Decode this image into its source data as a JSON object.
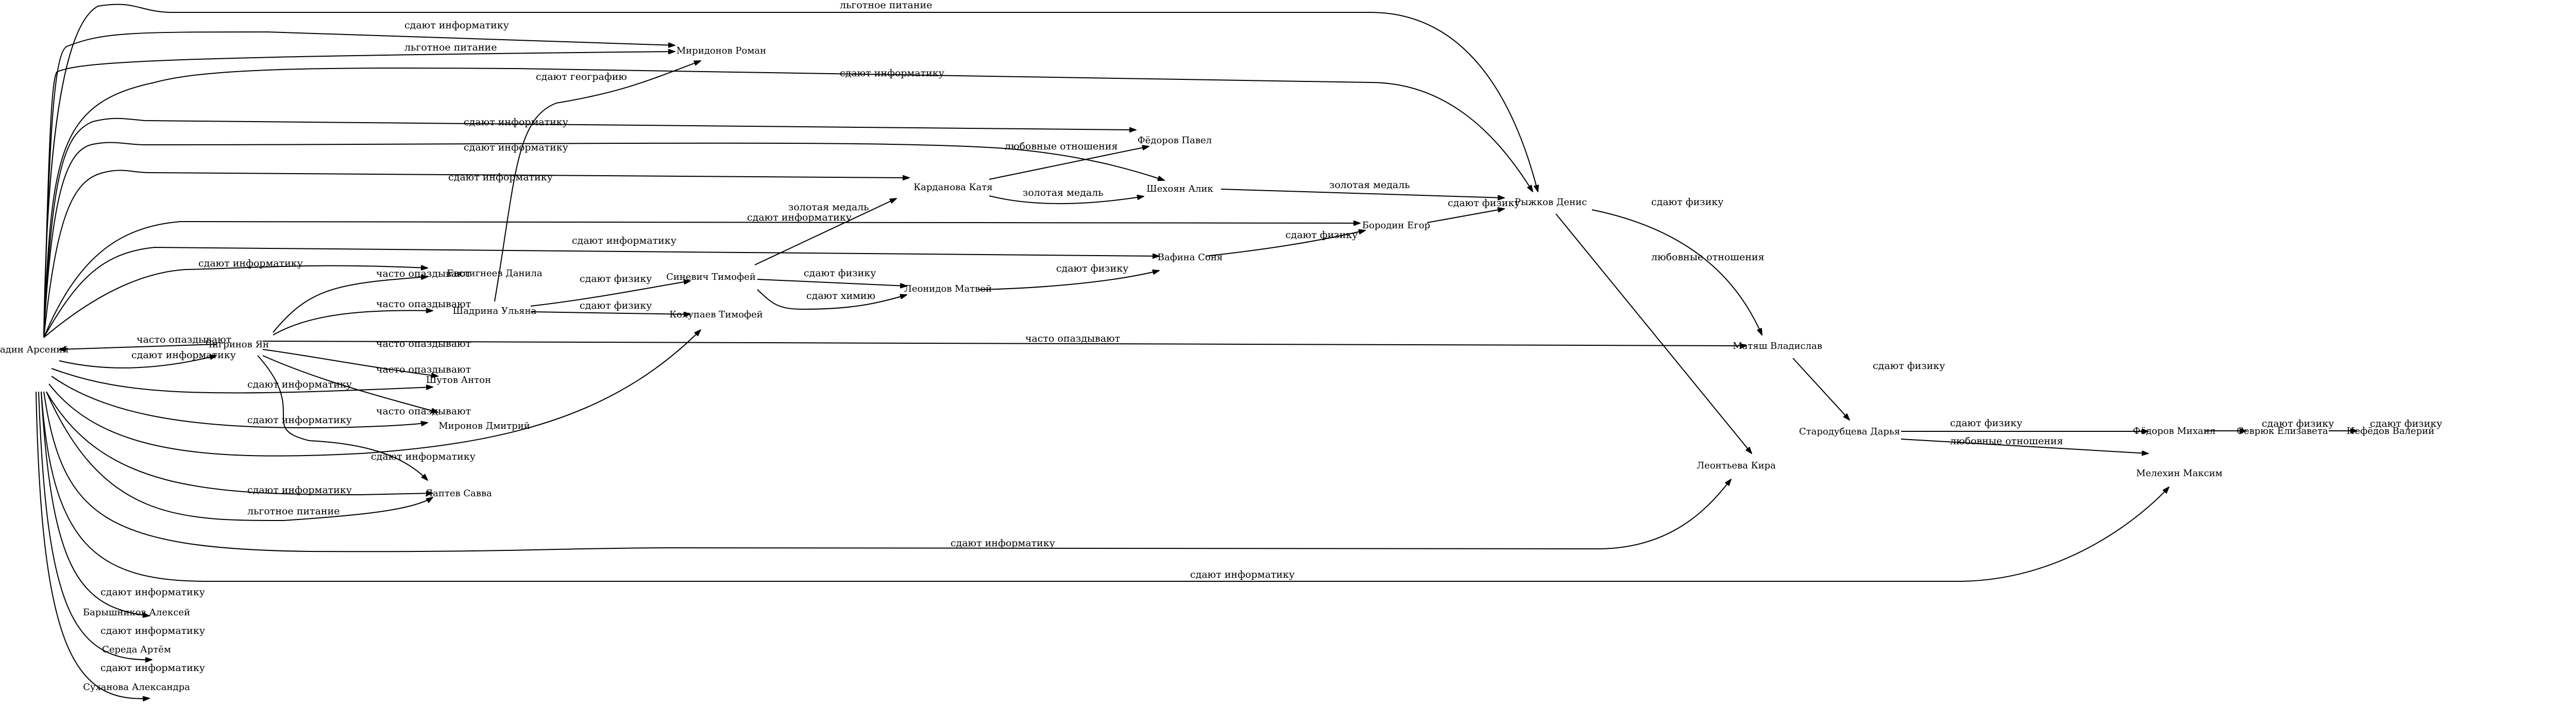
{
  "graph": {
    "type": "directed-graph",
    "nodes": [
      {
        "id": "badin",
        "label": "Бадин Арсений"
      },
      {
        "id": "chigrinov",
        "label": "Чигринов Ян"
      },
      {
        "id": "miridonov",
        "label": "Миридонов Роман"
      },
      {
        "id": "fedorov_p",
        "label": "Фёдоров Павел"
      },
      {
        "id": "shekhoyan",
        "label": "Шехоян Алик"
      },
      {
        "id": "kardanova",
        "label": "Карданова Катя"
      },
      {
        "id": "ryzhkov",
        "label": "Рыжков Денис"
      },
      {
        "id": "borodin",
        "label": "Бородин Егор"
      },
      {
        "id": "vafina",
        "label": "Вафина Соня"
      },
      {
        "id": "sinevich",
        "label": "Синевич Тимофей"
      },
      {
        "id": "leonidov",
        "label": "Леонидов Матвей"
      },
      {
        "id": "evstigneev",
        "label": "Евстигнеев Данила"
      },
      {
        "id": "shadrina",
        "label": "Шадрина Ульяна"
      },
      {
        "id": "kolupaev",
        "label": "Колупаев Тимофей"
      },
      {
        "id": "shutov",
        "label": "Шутов Антон"
      },
      {
        "id": "mironov",
        "label": "Миронов Дмитрий"
      },
      {
        "id": "laptev",
        "label": "Лаптев Савва"
      },
      {
        "id": "matyash",
        "label": "Матяш Владислав"
      },
      {
        "id": "starodubtseva",
        "label": "Стародубцева Дарья"
      },
      {
        "id": "leontieva",
        "label": "Леонтьева Кира"
      },
      {
        "id": "fedorov_m",
        "label": "Фёдоров Михаил"
      },
      {
        "id": "melekhin",
        "label": "Мелехин Максим"
      },
      {
        "id": "sevryuk",
        "label": "Севрюк Елизавета"
      },
      {
        "id": "nefedov",
        "label": "Нефёдов Валерий"
      },
      {
        "id": "baryshnikov",
        "label": "Барышников Алексей"
      },
      {
        "id": "sereda",
        "label": "Середа Артём"
      },
      {
        "id": "sukhanova",
        "label": "Суханова Александра"
      }
    ],
    "edges": [
      {
        "from": "badin",
        "to": "ryzhkov",
        "label": "льготное питание"
      },
      {
        "from": "badin",
        "to": "miridonov",
        "label": "сдают информатику"
      },
      {
        "from": "badin",
        "to": "miridonov",
        "label": "льготное питание"
      },
      {
        "from": "badin",
        "to": "ryzhkov",
        "label": "сдают информатику"
      },
      {
        "from": "shadrina",
        "to": "miridonov",
        "label": "сдают географию"
      },
      {
        "from": "badin",
        "to": "fedorov_p",
        "label": "сдают информатику"
      },
      {
        "from": "badin",
        "to": "shekhoyan",
        "label": "сдают информатику"
      },
      {
        "from": "badin",
        "to": "kardanova",
        "label": "сдают информатику"
      },
      {
        "from": "kardanova",
        "to": "fedorov_p",
        "label": "любовные отношения"
      },
      {
        "from": "kardanova",
        "to": "shekhoyan",
        "label": "золотая медаль"
      },
      {
        "from": "shekhoyan",
        "to": "ryzhkov",
        "label": "золотая медаль"
      },
      {
        "from": "badin",
        "to": "borodin",
        "label": "сдают информатику"
      },
      {
        "from": "borodin",
        "to": "ryzhkov",
        "label": "сдают физику"
      },
      {
        "from": "badin",
        "to": "vafina",
        "label": "сдают информатику"
      },
      {
        "from": "vafina",
        "to": "borodin",
        "label": "сдают физику"
      },
      {
        "from": "sinevich",
        "to": "kardanova",
        "label": "золотая медаль"
      },
      {
        "from": "sinevich",
        "to": "leonidov",
        "label": "сдают физику"
      },
      {
        "from": "sinevich",
        "to": "leonidov",
        "label": "сдают химию"
      },
      {
        "from": "leonidov",
        "to": "vafina",
        "label": "сдают физику"
      },
      {
        "from": "badin",
        "to": "evstigneev",
        "label": "сдают информатику"
      },
      {
        "from": "chigrinov",
        "to": "evstigneev",
        "label": "часто опаздывают"
      },
      {
        "from": "chigrinov",
        "to": "shadrina",
        "label": "часто опаздывают"
      },
      {
        "from": "shadrina",
        "to": "sinevich",
        "label": "сдают физику"
      },
      {
        "from": "shadrina",
        "to": "kolupaev",
        "label": "сдают физику"
      },
      {
        "from": "chigrinov",
        "to": "badin",
        "label": "часто опаздывают"
      },
      {
        "from": "badin",
        "to": "chigrinov",
        "label": "сдают информатику"
      },
      {
        "from": "chigrinov",
        "to": "matyash",
        "label": "часто опаздывают"
      },
      {
        "from": "chigrinov",
        "to": "shutov",
        "label": "часто опаздывают"
      },
      {
        "from": "chigrinov",
        "to": "mironov",
        "label": "часто опаздывают"
      },
      {
        "from": "chigrinov",
        "to": "laptev",
        "label": "часто опаздывают"
      },
      {
        "from": "badin",
        "to": "shutov",
        "label": "сдают информатику"
      },
      {
        "from": "badin",
        "to": "mironov",
        "label": "сдают информатику"
      },
      {
        "from": "badin",
        "to": "kolupaev",
        "label": "сдают информатику"
      },
      {
        "from": "badin",
        "to": "laptev",
        "label": "сдают информатику"
      },
      {
        "from": "badin",
        "to": "laptev",
        "label": "льготное питание"
      },
      {
        "from": "ryzhkov",
        "to": "matyash",
        "label": "сдают физику"
      },
      {
        "from": "ryzhkov",
        "to": "leontieva",
        "label": "любовные отношения"
      },
      {
        "from": "matyash",
        "to": "starodubtseva",
        "label": "сдают физику"
      },
      {
        "from": "starodubtseva",
        "to": "fedorov_m",
        "label": "сдают физику"
      },
      {
        "from": "starodubtseva",
        "to": "melekhin",
        "label": "любовные отношения"
      },
      {
        "from": "fedorov_m",
        "to": "sevryuk",
        "label": "сдают физику"
      },
      {
        "from": "sevryuk",
        "to": "nefedov",
        "label": "сдают физику"
      },
      {
        "from": "badin",
        "to": "leontieva",
        "label": "сдают информатику"
      },
      {
        "from": "badin",
        "to": "melekhin",
        "label": "сдают информатику"
      },
      {
        "from": "badin",
        "to": "baryshnikov",
        "label": "сдают информатику"
      },
      {
        "from": "badin",
        "to": "sereda",
        "label": "сдают информатику"
      },
      {
        "from": "badin",
        "to": "sukhanova",
        "label": "сдают информатику"
      }
    ]
  }
}
